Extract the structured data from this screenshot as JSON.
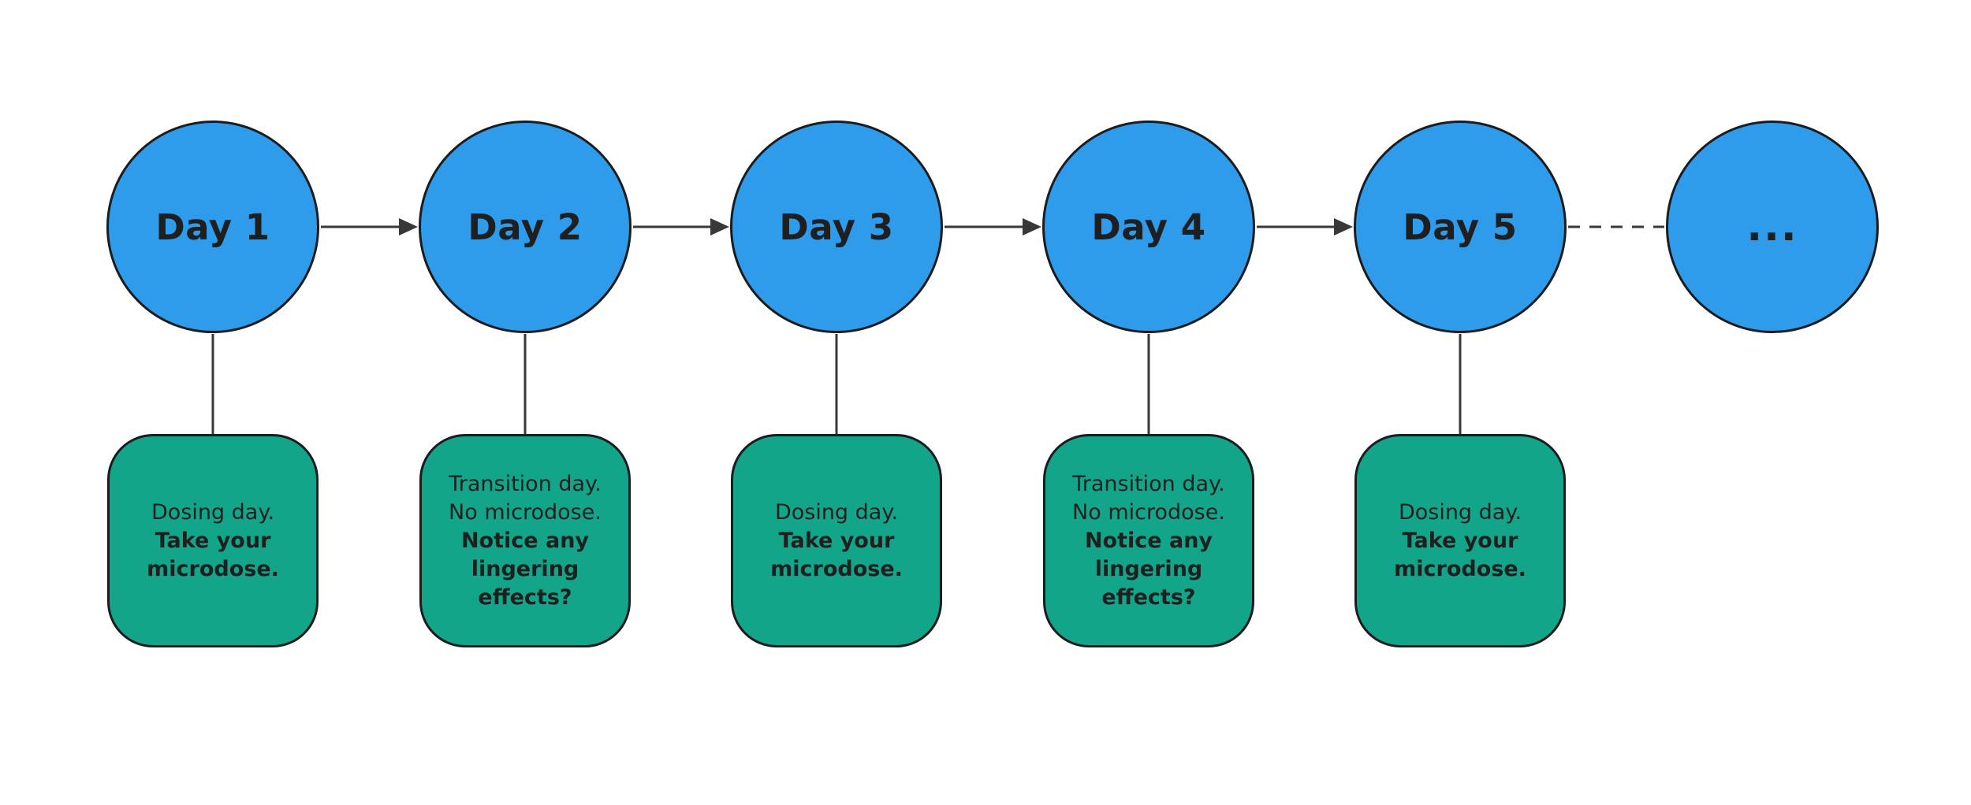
{
  "colors": {
    "node_fill": "#2E9BEB",
    "node_stroke": "#1C1C1C",
    "card_fill": "#13A58A",
    "card_stroke": "#1C1C1C",
    "connector": "#383838",
    "label_text": "#1F1F1F",
    "card_text": "#1F1F1F",
    "canvas_bg": "#FFFFFF"
  },
  "nodes": [
    {
      "id": "day-1",
      "label": "Day 1",
      "note_plain": [
        "Dosing day."
      ],
      "note_bold": "Take your microdose."
    },
    {
      "id": "day-2",
      "label": "Day 2",
      "note_plain": [
        "Transition day.",
        "No microdose."
      ],
      "note_bold": "Notice any lingering effects?"
    },
    {
      "id": "day-3",
      "label": "Day 3",
      "note_plain": [
        "Dosing day."
      ],
      "note_bold": "Take your microdose."
    },
    {
      "id": "day-4",
      "label": "Day 4",
      "note_plain": [
        "Transition day.",
        "No microdose."
      ],
      "note_bold": "Notice any lingering effects?"
    },
    {
      "id": "day-5",
      "label": "Day 5",
      "note_plain": [
        "Dosing day."
      ],
      "note_bold": "Take your microdose."
    },
    {
      "id": "ellipsis",
      "label": "..."
    }
  ]
}
